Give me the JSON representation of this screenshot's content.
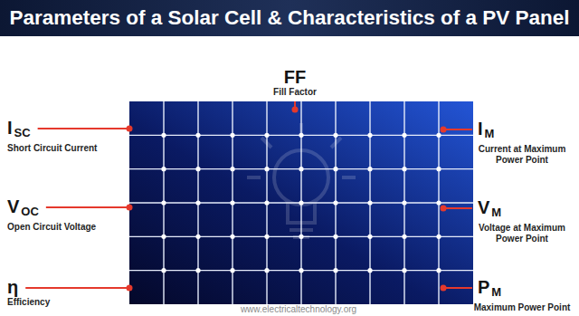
{
  "diagram": {
    "title": "Parameters of a Solar Cell & Characteristics of a PV Panel",
    "labels": [
      "I",
      "SC",
      "Short Circuit Current",
      "V",
      "OC",
      "Open Circuit Voltage",
      "η",
      "Efficiency",
      "FF",
      "Fill Factor",
      "I",
      "M",
      "Current at Maximum Power Point",
      "V",
      "M",
      "Voltage at Maximum Power Point",
      "P",
      "M",
      "Maximum Power Point",
      "www.electricaltechnology.org"
    ]
  }
}
